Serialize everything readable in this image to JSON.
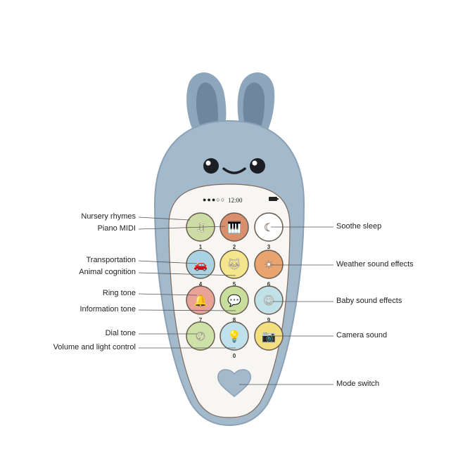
{
  "phone": {
    "status_dots": "●●●○○",
    "time": "12:00",
    "colors": {
      "body": "#a3b9cc",
      "body_dark": "#7f97ad",
      "screen": "#f7f6f2"
    }
  },
  "buttons": [
    {
      "number": "1",
      "icon": "music-notes-icon",
      "color": "#cddca4",
      "glyph": "♫"
    },
    {
      "number": "2",
      "icon": "piano-keys-icon",
      "color": "#d98f6c",
      "glyph": "🎹"
    },
    {
      "number": "3",
      "icon": "sleeping-baby-moon-icon",
      "color": "#ffffff",
      "glyph": "☾"
    },
    {
      "number": "4",
      "icon": "car-icon",
      "color": "#a9d3e2",
      "glyph": "🚗"
    },
    {
      "number": "5",
      "icon": "cat-icon",
      "color": "#f3e68c",
      "glyph": "🐱"
    },
    {
      "number": "6",
      "icon": "sun-icon",
      "color": "#e9a46f",
      "glyph": "☀"
    },
    {
      "number": "7",
      "icon": "bell-icon",
      "color": "#e8a297",
      "glyph": "🔔"
    },
    {
      "number": "8",
      "icon": "chat-bubble-icon",
      "color": "#c7de9c",
      "glyph": "💬"
    },
    {
      "number": "9",
      "icon": "baby-face-icon",
      "color": "#c1e1e8",
      "glyph": "☺"
    },
    {
      "number": "",
      "icon": "phone-handset-icon",
      "color": "#cde2a6",
      "glyph": "✆"
    },
    {
      "number": "0",
      "icon": "light-bulb-icon",
      "color": "#bfe1ec",
      "glyph": "💡"
    },
    {
      "number": "",
      "icon": "camera-icon",
      "color": "#f1df80",
      "glyph": "📷"
    }
  ],
  "labels_left": [
    {
      "text": "Nursery rhymes"
    },
    {
      "text": "Piano MIDI"
    },
    {
      "text": "Transportation"
    },
    {
      "text": "Animal cognition"
    },
    {
      "text": "Ring tone"
    },
    {
      "text": "Information tone"
    },
    {
      "text": "Dial tone"
    },
    {
      "text": "Volume and light control"
    }
  ],
  "labels_right": [
    {
      "text": "Soothe sleep"
    },
    {
      "text": "Weather sound effects"
    },
    {
      "text": "Baby sound effects"
    },
    {
      "text": "Camera sound"
    },
    {
      "text": "Mode switch"
    }
  ]
}
